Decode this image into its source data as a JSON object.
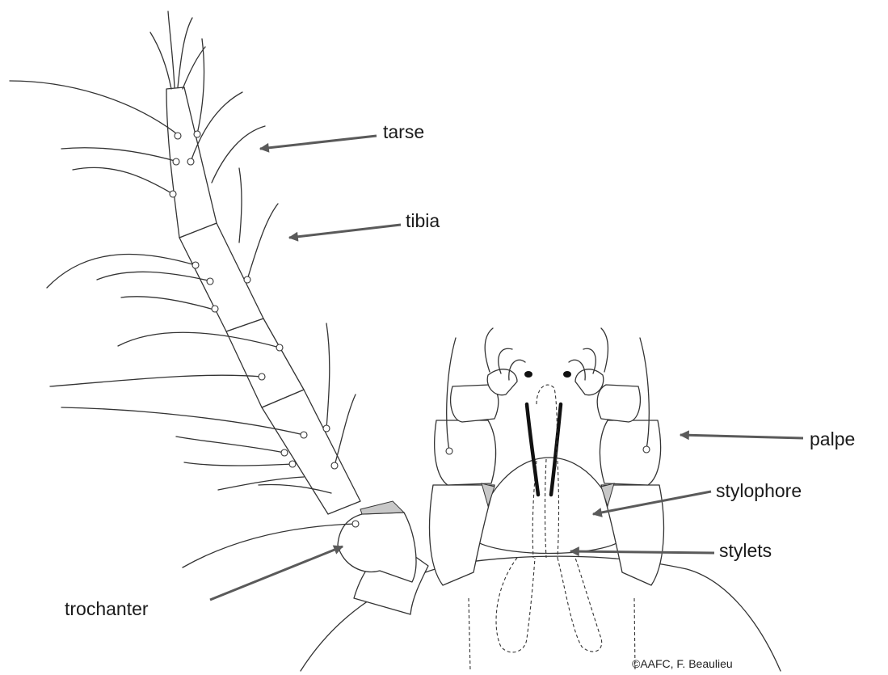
{
  "labels": {
    "tarse": "tarse",
    "tibia": "tibia",
    "palpe": "palpe",
    "stylophore": "stylophore",
    "stylets": "stylets",
    "trochanter": "trochanter"
  },
  "credit": "©AAFC, F. Beaulieu",
  "colors": {
    "outline": "#333333",
    "arrow": "#5a5a5a",
    "membrane": "#c8c8c8"
  }
}
